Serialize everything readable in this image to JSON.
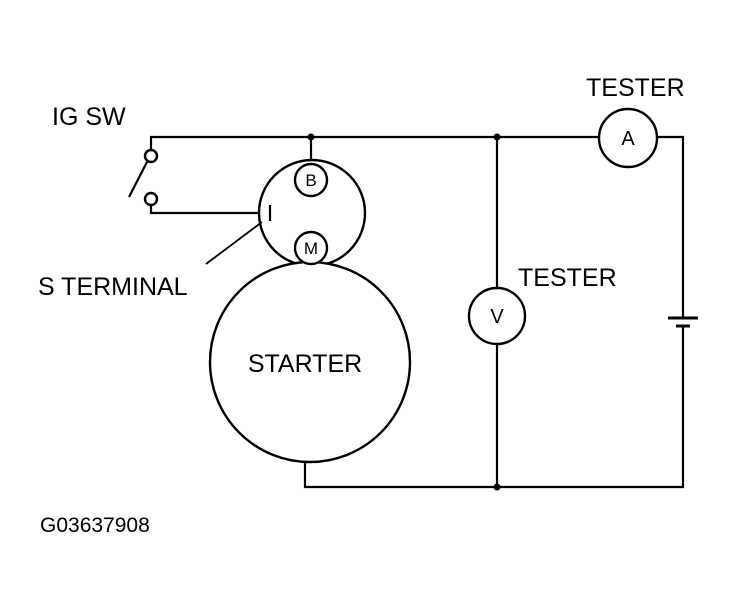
{
  "labels": {
    "ig_sw": "IG SW",
    "tester_ammeter": "TESTER",
    "tester_voltmeter": "TESTER",
    "s_terminal": "S TERMINAL",
    "starter": "STARTER",
    "figure_id": "G03637908"
  },
  "meters": {
    "ammeter_symbol": "A",
    "voltmeter_symbol": "V"
  },
  "terminals": {
    "b_terminal": "B",
    "m_terminal": "M"
  }
}
